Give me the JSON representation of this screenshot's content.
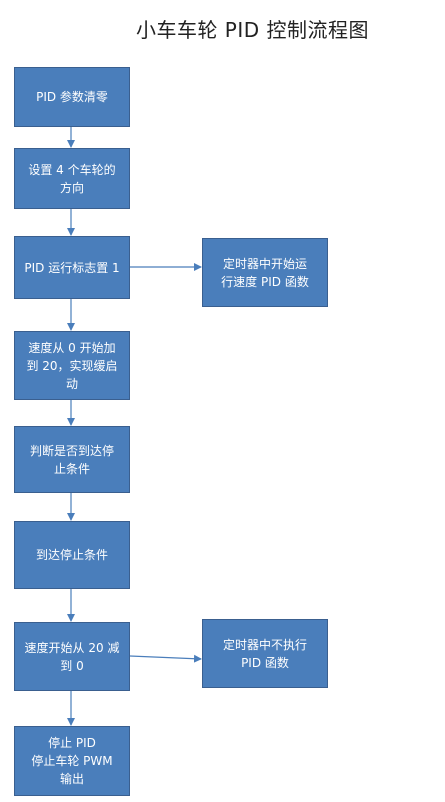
{
  "title": "小车车轮 PID 控制流程图",
  "steps": [
    "PID 参数清零",
    "设置 4 个车轮的\n方向",
    "PID 运行标志置 1",
    "速度从 0 开始加\n到 20，实现缓启\n动",
    "判断是否到达停\n止条件",
    "到达停止条件",
    "速度开始从 20 减\n到 0",
    "停止 PID\n停止车轮 PWM\n输出"
  ],
  "side_notes": [
    "定时器中开始运\n行速度 PID 函数",
    "定时器中不执行\nPID 函数"
  ],
  "colors": {
    "box_fill": "#4a7ebb",
    "box_border": "#3a5f8f",
    "arrow": "#4a7ebb"
  }
}
